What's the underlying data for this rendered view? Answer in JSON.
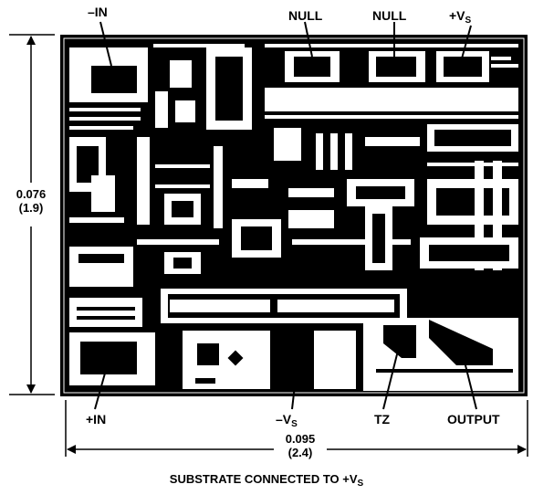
{
  "pins": {
    "neg_in": "–IN",
    "null_1": "NULL",
    "null_2": "NULL",
    "pos_vs": "+V",
    "pos_vs_sub": "S",
    "pos_in": "+IN",
    "neg_vs": "–V",
    "neg_vs_sub": "S",
    "tz": "TZ",
    "output": "OUTPUT"
  },
  "height_dim": {
    "inches": "0.076",
    "mm": "(1.9)"
  },
  "width_dim": {
    "inches": "0.095",
    "mm": "(2.4)"
  },
  "footer": {
    "text": "SUBSTRATE CONNECTED TO +V",
    "sub": "S"
  },
  "colors": {
    "ink": "#000000",
    "paper": "#ffffff"
  }
}
